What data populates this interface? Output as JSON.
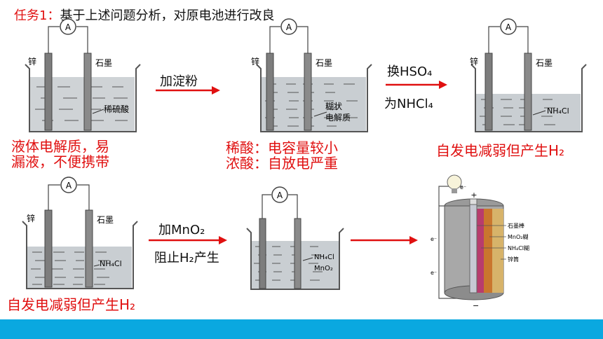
{
  "title": {
    "prefix": "任务1：",
    "text": "基于上述问题分析，对原电池进行改良"
  },
  "cells": {
    "c1": {
      "left": "锌",
      "right": "石墨",
      "electrolyte": "稀硫酸",
      "meter": "A"
    },
    "c2": {
      "left": "锌",
      "right": "石墨",
      "electrolyte_l1": "糊状",
      "electrolyte_l2": "电解质",
      "meter": "A"
    },
    "c3": {
      "left": "锌",
      "right": "石墨",
      "electrolyte": "NH₄Cl",
      "meter": "A"
    },
    "c4": {
      "left": "锌",
      "right": "石墨",
      "electrolyte": "NH₄Cl",
      "meter": "A"
    },
    "c5": {
      "electrolyte_l1": "NH₄Cl",
      "electrolyte_l2": "MnO₂",
      "meter": "A"
    }
  },
  "steps": {
    "s1": "加淀粉",
    "s2_top": "换HSO₄",
    "s2_bottom": "为NHCl₄",
    "s3_top": "加MnO₂",
    "s3_bottom": "阻止H₂产生"
  },
  "captions": {
    "cap1_l1": "液体电解质，易",
    "cap1_l2": "漏液，不便携带",
    "cap2_l1": "稀酸：电容量较小",
    "cap2_l2": "浓酸：自放电严重",
    "cap3": "自发电减弱但产生H₂",
    "cap4": "自发电减弱但产生H₂"
  },
  "battery": {
    "labels": [
      "石墨棒",
      "MnO₂糊",
      "NH₄Cl糊",
      "锌筒"
    ],
    "plus": "+",
    "minus": "−",
    "electron": "e⁻"
  },
  "colors": {
    "accent": "#e01010",
    "bar": "#0aa8e0"
  }
}
